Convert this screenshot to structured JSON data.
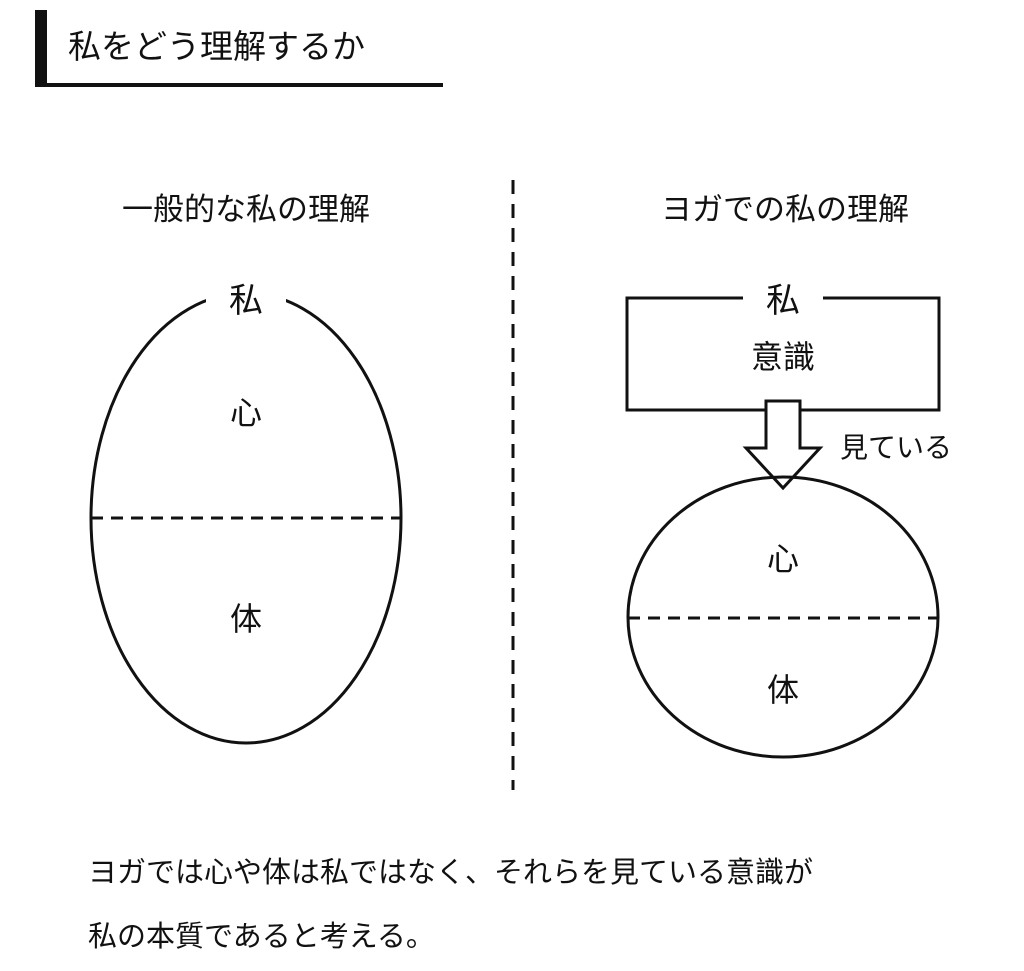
{
  "title": "私をどう理解するか",
  "left": {
    "heading": "一般的な私の理解",
    "self_label": "私",
    "mind_label": "心",
    "body_label": "体"
  },
  "right": {
    "heading": "ヨガでの私の理解",
    "self_label": "私",
    "consciousness_label": "意識",
    "arrow_label": "見ている",
    "mind_label": "心",
    "body_label": "体"
  },
  "caption": {
    "line1": "ヨガでは心や体は私ではなく、それらを見ている意識が",
    "line2": "私の本質であると考える。"
  }
}
